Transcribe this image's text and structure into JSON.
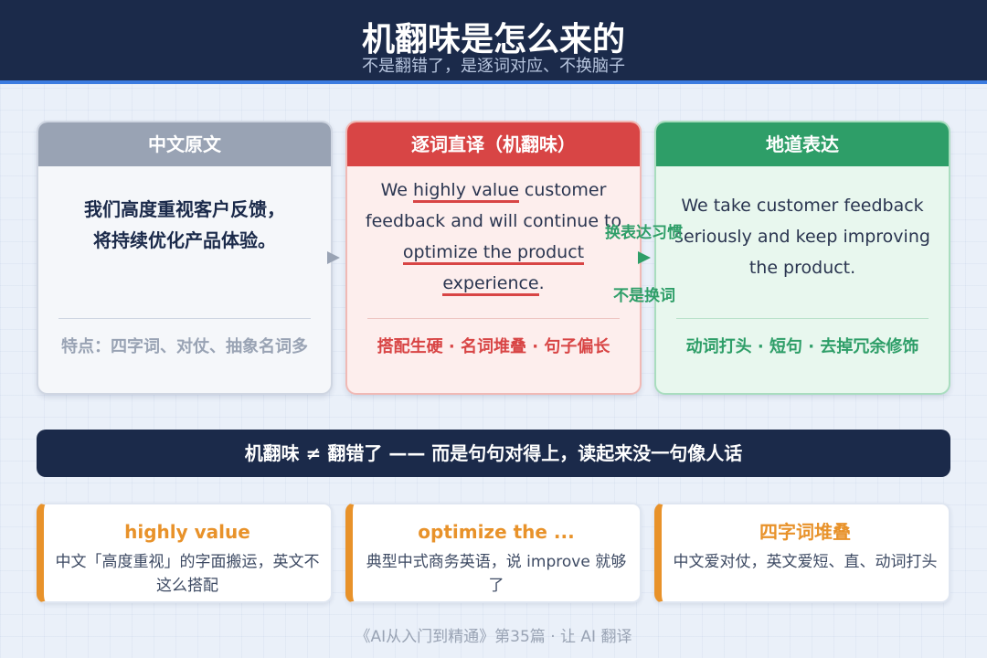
{
  "header": {
    "title": "机翻味是怎么来的",
    "subtitle": "不是翻错了，是逐词对应、不换脑子"
  },
  "cards": {
    "source": {
      "title": "中文原文",
      "line1": "我们高度重视客户反馈，",
      "line2": "将持续优化产品体验。",
      "note": "特点：四字词、对仗、抽象名词多"
    },
    "literal": {
      "title": "逐词直译（机翻味）",
      "seg1": "We ",
      "seg2": "highly value",
      "seg3": " customer",
      "seg4": "feedback and will continue to",
      "seg5": "optimize the product experience",
      "seg6": ".",
      "note": "搭配生硬 · 名词堆叠 · 句子偏长"
    },
    "native": {
      "title": "地道表达",
      "text": "We take customer feedback seriously and keep improving the product.",
      "note": "动词打头 · 短句 · 去掉冗余修饰"
    }
  },
  "flow": {
    "label_top": "换表达习惯",
    "label_bottom": "不是换词"
  },
  "banner": {
    "text": "机翻味 ≠ 翻错了 —— 而是句句对得上，读起来没一句像人话"
  },
  "tips": [
    {
      "title": "highly value",
      "desc": "中文「高度重视」的字面搬运，英文不这么搭配"
    },
    {
      "title": "optimize the ...",
      "desc": "典型中式商务英语，说 improve 就够了"
    },
    {
      "title": "四字词堆叠",
      "desc": "中文爱对仗，英文爱短、直、动词打头"
    }
  ],
  "footer": {
    "text": "《AI从入门到精通》第35篇 · 让 AI 翻译"
  },
  "colors": {
    "navy": "#1b2a4a",
    "gray": "#99a3b4",
    "red": "#d84545",
    "green": "#2e9e68",
    "orange": "#e8922a",
    "accent_blue": "#3b7be0"
  }
}
